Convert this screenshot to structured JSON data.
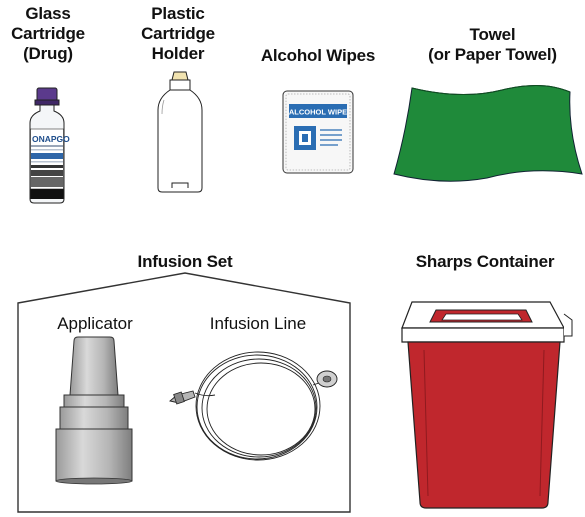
{
  "items": {
    "glass_cartridge": {
      "line1": "Glass",
      "line2": "Cartridge",
      "line3": "(Drug)",
      "brand": "ONAPGO"
    },
    "plastic_holder": {
      "line1": "Plastic",
      "line2": "Cartridge",
      "line3": "Holder"
    },
    "alcohol_wipes": {
      "line1": "Alcohol Wipes",
      "pad_text": "ALCOHOL WIPE"
    },
    "towel": {
      "line1": "Towel",
      "line2": "(or Paper Towel)"
    },
    "infusion_set": {
      "title": "Infusion Set",
      "applicator": "Applicator",
      "infusion_line": "Infusion Line"
    },
    "sharps_container": {
      "title": "Sharps Container"
    }
  },
  "colors": {
    "towel_green": "#1f8a3a",
    "sharps_red": "#c0272d",
    "cartridge_cap": "#5b3a8c",
    "wipe_blue": "#2a6db3"
  }
}
